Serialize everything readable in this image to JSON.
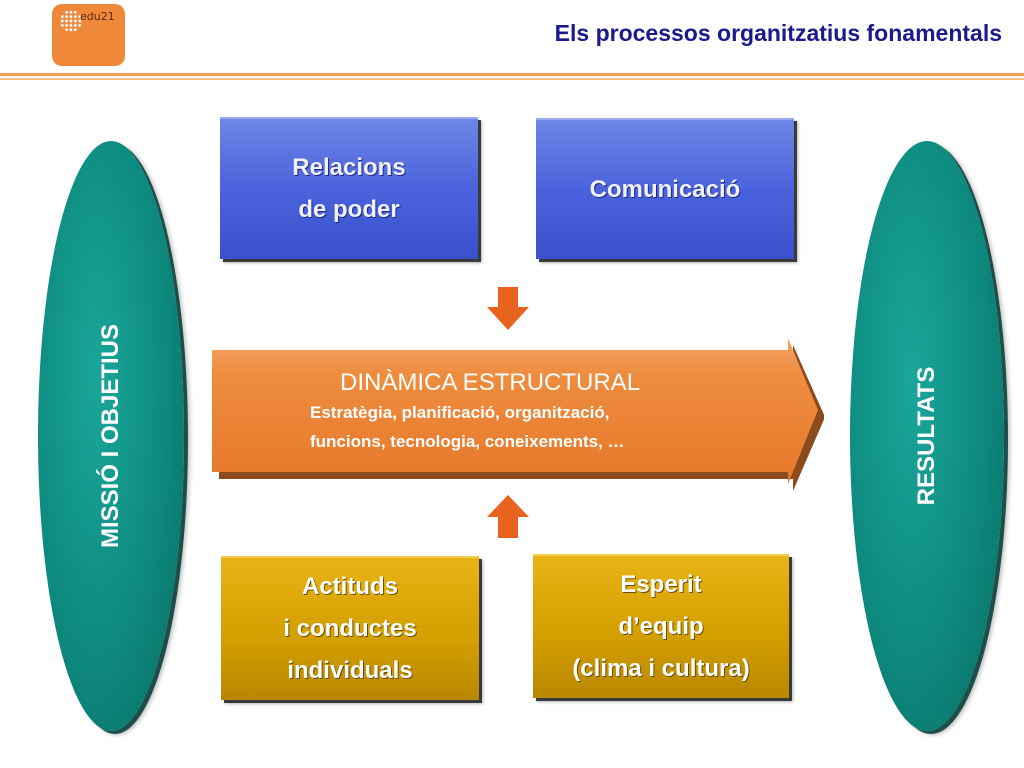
{
  "logo": {
    "text": "edu21"
  },
  "header": {
    "title": "Els processos organitzatius fonamentals"
  },
  "left_oval": {
    "label": "MISSIÓ I OBJETIUS"
  },
  "right_oval": {
    "label": "RESULTATS"
  },
  "top_boxes": [
    {
      "lines": [
        "Relacions",
        "de poder"
      ]
    },
    {
      "lines": [
        "Comunicació"
      ]
    }
  ],
  "center": {
    "title": "DINÀMICA ESTRUCTURAL",
    "lines": [
      "Estratègia, planificació, organització,",
      "funcions, tecnologia, coneixements, …"
    ]
  },
  "bottom_boxes": [
    {
      "lines": [
        "Actituds",
        "i conductes",
        "individuals"
      ]
    },
    {
      "lines": [
        "Esperit",
        "d’equip",
        "(clima i cultura)"
      ]
    }
  ],
  "colors": {
    "teal": "#0e8a7f",
    "blue": "#4a63dc",
    "gold": "#d4a000",
    "orange": "#ec8a3a",
    "title": "#1a1a8c"
  },
  "icons": {
    "down_arrow": "arrow-down-icon",
    "up_arrow": "arrow-up-icon"
  }
}
